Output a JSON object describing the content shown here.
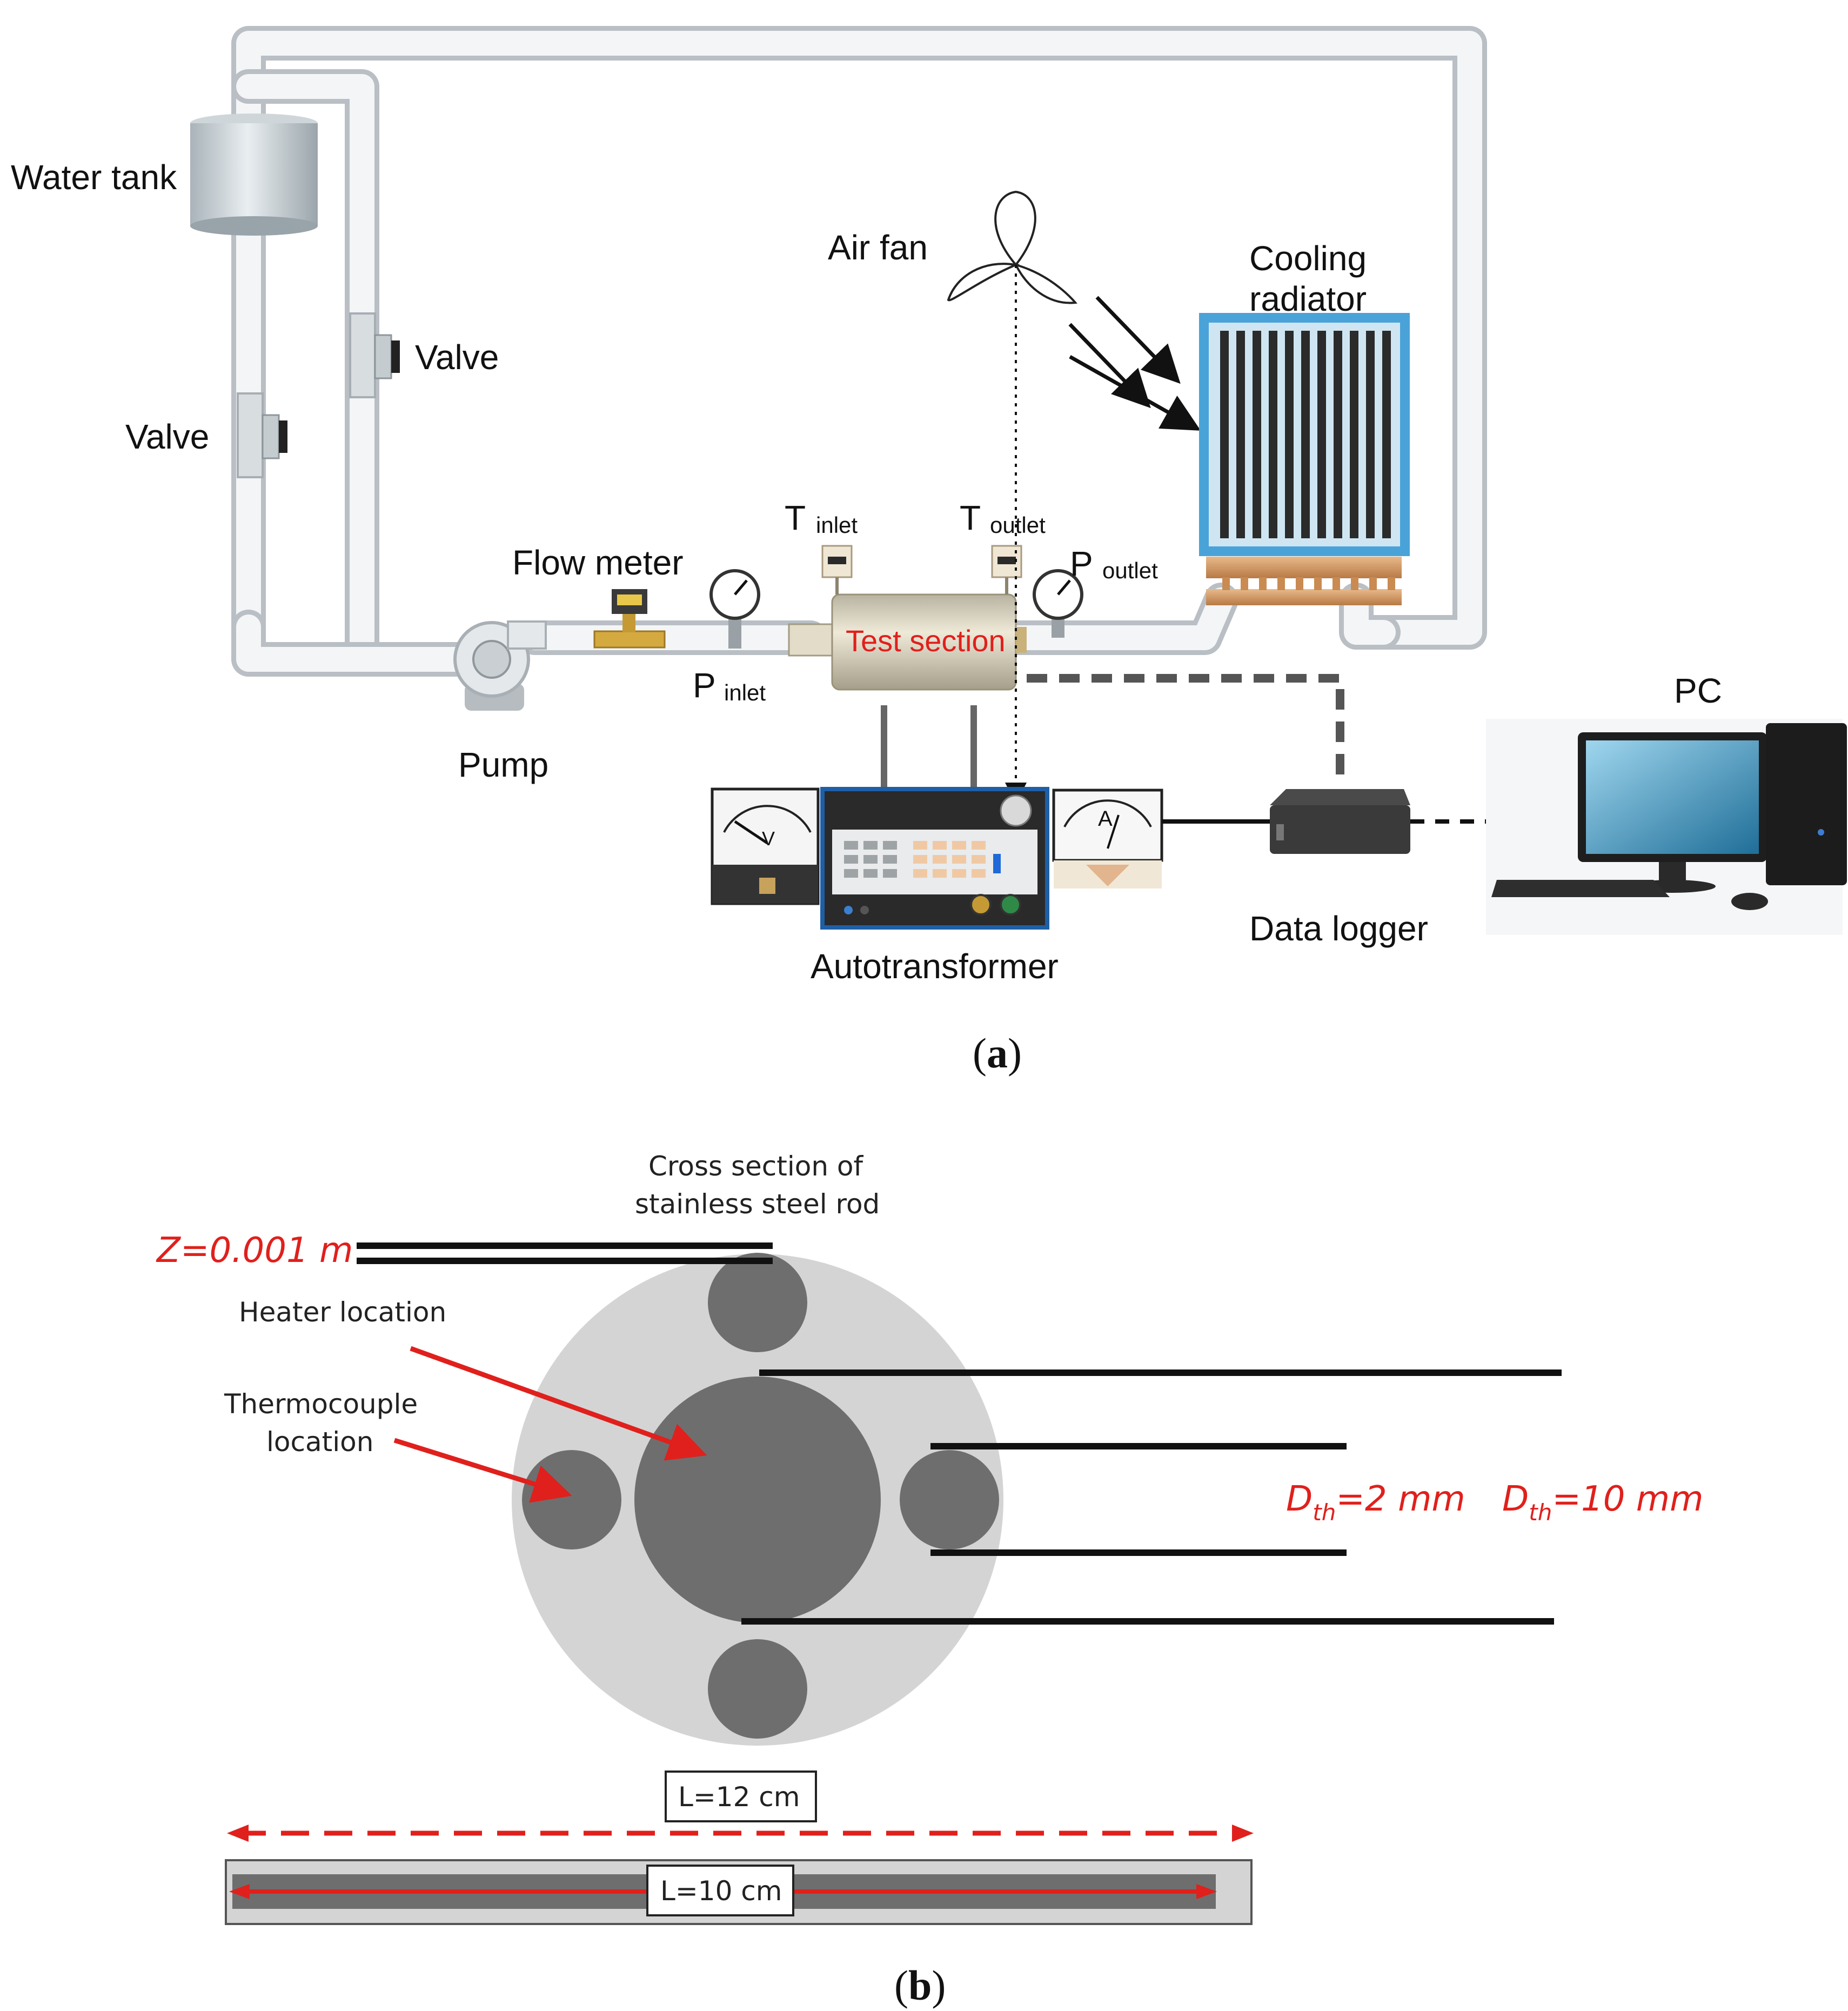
{
  "panel_a": {
    "labels": {
      "water_tank": "Water tank",
      "valve_upper": "Valve",
      "valve_lower": "Valve",
      "air_fan": "Air fan",
      "cooling_radiator_1": "Cooling",
      "cooling_radiator_2": "radiator",
      "flow_meter": "Flow meter",
      "t_inlet_main": "T",
      "t_inlet_sub": "inlet",
      "t_outlet_main": "T",
      "t_outlet_sub": "outlet",
      "p_outlet_main": "P",
      "p_outlet_sub": "outlet",
      "p_inlet_main": "P",
      "p_inlet_sub": "inlet",
      "test_section": "Test section",
      "pump": "Pump",
      "pc": "PC",
      "autotransformer": "Autotransformer",
      "data_logger": "Data logger",
      "voltmeter_letter": "V",
      "ammeter_letter": "A"
    },
    "caption": {
      "open": "(",
      "letter": "a",
      "close": ")"
    }
  },
  "panel_b": {
    "labels": {
      "cross_section_1": "Cross section of",
      "cross_section_2": "stainless steel rod",
      "z_value": "Z=0.001 m",
      "heater_location": "Heater location",
      "thermocouple_1": "Thermocouple",
      "thermocouple_2": "location",
      "dth_small_main": "D",
      "dth_small_sub": "th",
      "dth_small_val": "=2 mm",
      "dth_large_main": "D",
      "dth_large_sub": "th",
      "dth_large_val": "=10 mm",
      "l_total": "L=12 cm",
      "l_heater": "L=10 cm"
    },
    "caption": {
      "open": "(",
      "letter": "b",
      "close": ")"
    }
  },
  "colors": {
    "red": "#e0201c",
    "rod_light": "#d4d4d4",
    "rod_dark": "#6e6e6e",
    "radiator_frame": "#4aa3d8"
  }
}
